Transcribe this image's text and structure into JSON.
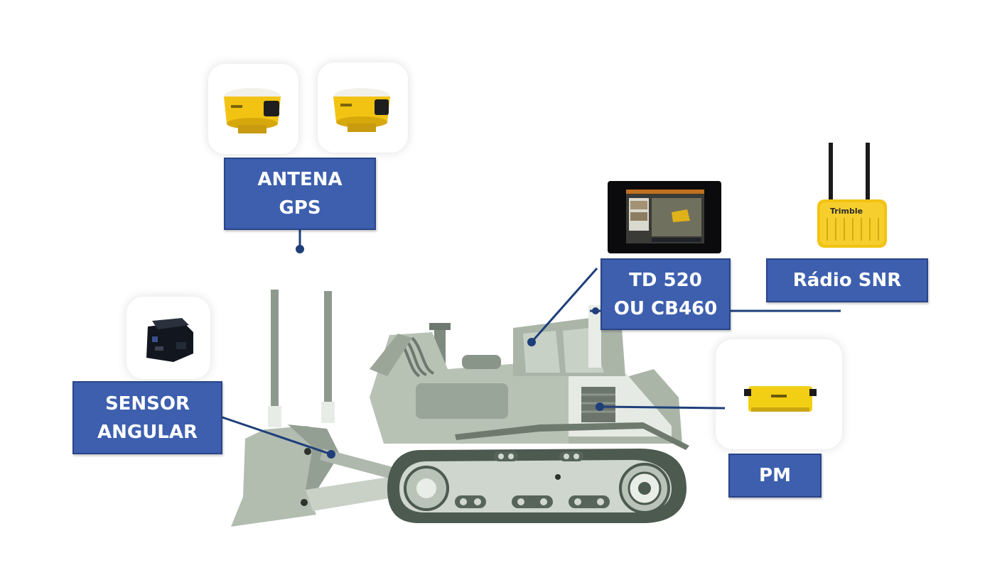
{
  "labels": {
    "antena": {
      "line1": "ANTENA",
      "line2": "GPS"
    },
    "td520": {
      "line1": "TD 520",
      "line2": "OU CB460"
    },
    "radio": {
      "text": "Rádio SNR"
    },
    "sensor": {
      "line1": "SENSOR",
      "line2": "ANGULAR"
    },
    "pm": {
      "text": "PM"
    }
  },
  "devices": {
    "radio_brand": "Trimble"
  },
  "colors": {
    "label_bg": "#3d5fae",
    "label_text": "#ffffff",
    "connector": "#1e3f7a",
    "machine": "#b7c2b5",
    "machine_dark": "#7f8a7f",
    "track": "#4c5a4f",
    "device_yellow": "#f2c312"
  }
}
